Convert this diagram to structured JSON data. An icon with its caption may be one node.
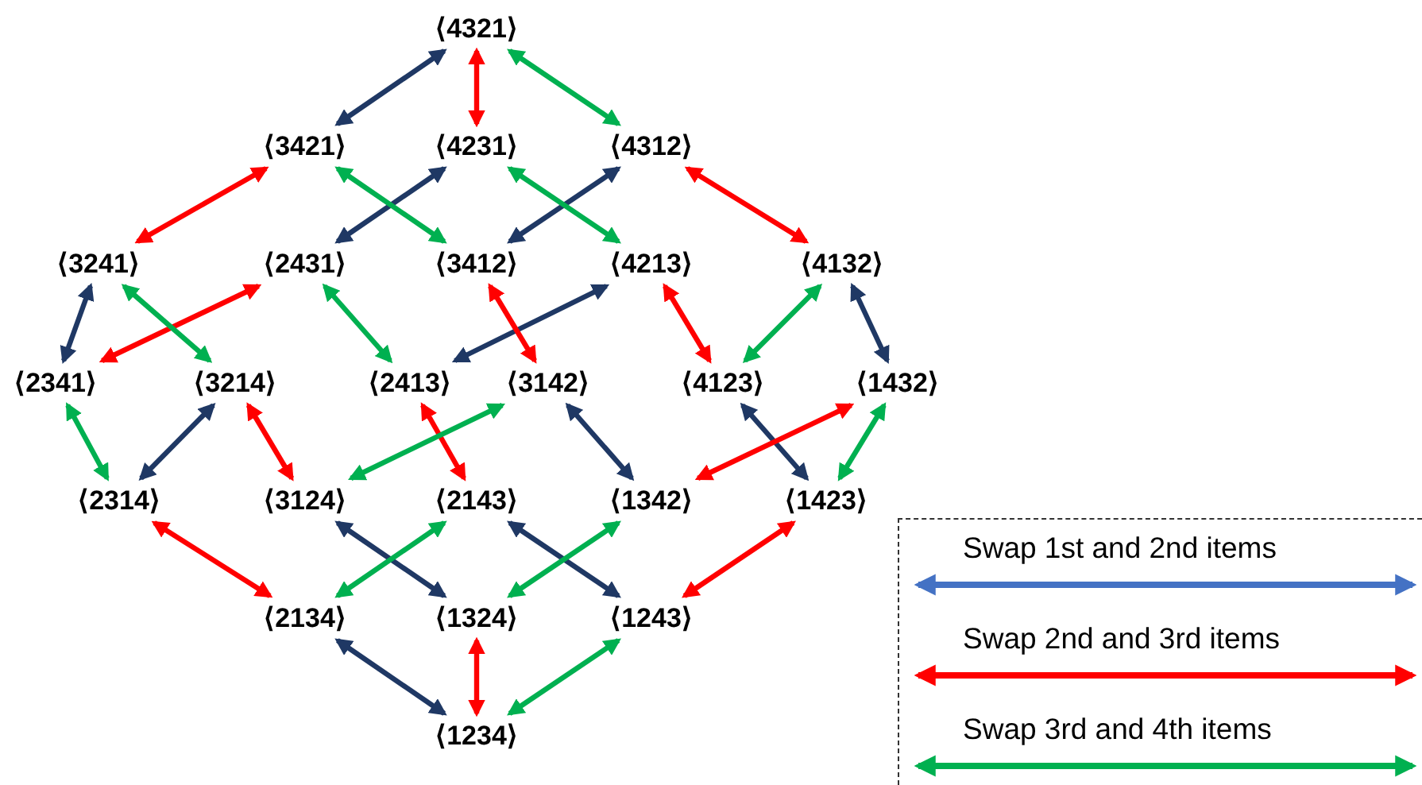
{
  "diagram": {
    "nodes": [
      {
        "text": [
          "⟨4321⟩"
        ]
      },
      {
        "text": [
          "⟨3421⟩"
        ]
      },
      {
        "text": [
          "⟨4231⟩"
        ]
      },
      {
        "text": [
          "⟨4312⟩"
        ]
      },
      {
        "text": [
          "⟨3241⟩"
        ]
      },
      {
        "text": [
          "⟨2431⟩"
        ]
      },
      {
        "text": [
          "⟨3412⟩"
        ]
      },
      {
        "text": [
          "⟨4213⟩"
        ]
      },
      {
        "text": [
          "⟨4132⟩"
        ]
      },
      {
        "text": [
          "⟨2341⟩"
        ]
      },
      {
        "text": [
          "⟨3214⟩"
        ]
      },
      {
        "text": [
          "⟨2413⟩"
        ]
      },
      {
        "text": [
          "⟨3142⟩"
        ]
      },
      {
        "text": [
          "⟨4123⟩"
        ]
      },
      {
        "text": [
          "⟨1432⟩"
        ]
      },
      {
        "text": [
          "⟨2314⟩"
        ]
      },
      {
        "text": [
          "⟨3124⟩"
        ]
      },
      {
        "text": [
          "⟨2143⟩"
        ]
      },
      {
        "text": [
          "⟨1342⟩"
        ]
      },
      {
        "text": [
          "⟨1423⟩"
        ]
      },
      {
        "text": [
          "⟨2134⟩"
        ]
      },
      {
        "text": [
          "⟨1324⟩"
        ]
      },
      {
        "text": [
          "⟨1243⟩"
        ]
      },
      {
        "text": [
          "⟨1234⟩"
        ]
      }
    ],
    "edges": [
      {
        "from": 0,
        "to": 1,
        "arrow": "both",
        "color": "#1f3864"
      },
      {
        "from": 2,
        "to": 5,
        "arrow": "both",
        "color": "#1f3864"
      },
      {
        "from": 3,
        "to": 6,
        "arrow": "both",
        "color": "#1f3864"
      },
      {
        "from": 4,
        "to": 9,
        "arrow": "both",
        "color": "#1f3864"
      },
      {
        "from": 7,
        "to": 11,
        "arrow": "both",
        "color": "#1f3864"
      },
      {
        "from": 8,
        "to": 14,
        "arrow": "both",
        "color": "#1f3864"
      },
      {
        "from": 10,
        "to": 15,
        "arrow": "both",
        "color": "#1f3864"
      },
      {
        "from": 12,
        "to": 18,
        "arrow": "both",
        "color": "#1f3864"
      },
      {
        "from": 13,
        "to": 19,
        "arrow": "both",
        "color": "#1f3864"
      },
      {
        "from": 16,
        "to": 21,
        "arrow": "both",
        "color": "#1f3864"
      },
      {
        "from": 17,
        "to": 22,
        "arrow": "both",
        "color": "#1f3864"
      },
      {
        "from": 20,
        "to": 23,
        "arrow": "both",
        "color": "#1f3864"
      },
      {
        "from": 0,
        "to": 2,
        "arrow": "both",
        "color": "#ff0000"
      },
      {
        "from": 1,
        "to": 4,
        "arrow": "both",
        "color": "#ff0000"
      },
      {
        "from": 3,
        "to": 8,
        "arrow": "both",
        "color": "#ff0000"
      },
      {
        "from": 5,
        "to": 9,
        "arrow": "both",
        "color": "#ff0000"
      },
      {
        "from": 6,
        "to": 12,
        "arrow": "both",
        "color": "#ff0000"
      },
      {
        "from": 7,
        "to": 13,
        "arrow": "both",
        "color": "#ff0000"
      },
      {
        "from": 10,
        "to": 16,
        "arrow": "both",
        "color": "#ff0000"
      },
      {
        "from": 11,
        "to": 17,
        "arrow": "both",
        "color": "#ff0000"
      },
      {
        "from": 14,
        "to": 18,
        "arrow": "both",
        "color": "#ff0000"
      },
      {
        "from": 15,
        "to": 20,
        "arrow": "both",
        "color": "#ff0000"
      },
      {
        "from": 19,
        "to": 22,
        "arrow": "both",
        "color": "#ff0000"
      },
      {
        "from": 21,
        "to": 23,
        "arrow": "both",
        "color": "#ff0000"
      },
      {
        "from": 0,
        "to": 3,
        "arrow": "both",
        "color": "#00b050"
      },
      {
        "from": 1,
        "to": 6,
        "arrow": "both",
        "color": "#00b050"
      },
      {
        "from": 2,
        "to": 7,
        "arrow": "both",
        "color": "#00b050"
      },
      {
        "from": 4,
        "to": 10,
        "arrow": "both",
        "color": "#00b050"
      },
      {
        "from": 5,
        "to": 11,
        "arrow": "both",
        "color": "#00b050"
      },
      {
        "from": 8,
        "to": 13,
        "arrow": "both",
        "color": "#00b050"
      },
      {
        "from": 9,
        "to": 15,
        "arrow": "both",
        "color": "#00b050"
      },
      {
        "from": 12,
        "to": 16,
        "arrow": "both",
        "color": "#00b050"
      },
      {
        "from": 14,
        "to": 19,
        "arrow": "both",
        "color": "#00b050"
      },
      {
        "from": 17,
        "to": 20,
        "arrow": "both",
        "color": "#00b050"
      },
      {
        "from": 18,
        "to": 21,
        "arrow": "both",
        "color": "#00b050"
      },
      {
        "from": 22,
        "to": 23,
        "arrow": "both",
        "color": "#00b050"
      }
    ],
    "legend": [
      {
        "text": "Swap 1st and 2nd items",
        "color": "#4472c4"
      },
      {
        "text": "Swap 2nd and 3rd items",
        "color": "#ff0000"
      },
      {
        "text": "Swap 3rd and 4th items",
        "color": "#00b050"
      }
    ]
  }
}
